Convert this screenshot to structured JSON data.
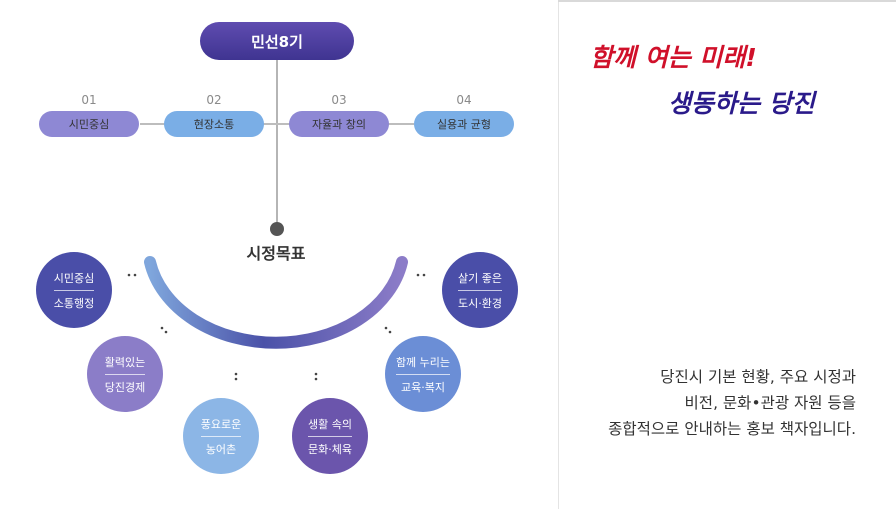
{
  "top": {
    "title": "민선8기"
  },
  "values": [
    {
      "num": "01",
      "label": "시민중심",
      "color": "#8e88d4"
    },
    {
      "num": "02",
      "label": "현장소통",
      "color": "#7aaee6"
    },
    {
      "num": "03",
      "label": "자율과 창의",
      "color": "#8e88d4"
    },
    {
      "num": "04",
      "label": "실용과 균형",
      "color": "#7aaee6"
    }
  ],
  "goal_title": "시정목표",
  "goals": [
    {
      "line1": "시민중심",
      "line2": "소통행정",
      "color": "#4a4ea8"
    },
    {
      "line1": "활력있는",
      "line2": "당진경제",
      "color": "#8b7dc8"
    },
    {
      "line1": "풍요로운",
      "line2": "농어촌",
      "color": "#8cb6e6"
    },
    {
      "line1": "생활 속의",
      "line2": "문화·체육",
      "color": "#6b55ac"
    },
    {
      "line1": "함께 누리는",
      "line2": "교육·복지",
      "color": "#6b8ed6"
    },
    {
      "line1": "살기 좋은",
      "line2": "도시·환경",
      "color": "#4a4ea8"
    }
  ],
  "slogan": {
    "line1": "함께 여는 미래!",
    "line2": "생동하는 당진"
  },
  "description": [
    "당진시 기본 현황, 주요 시정과",
    "비전, 문화•관광 자원 등을",
    "종합적으로 안내하는 홍보 책자입니다."
  ]
}
